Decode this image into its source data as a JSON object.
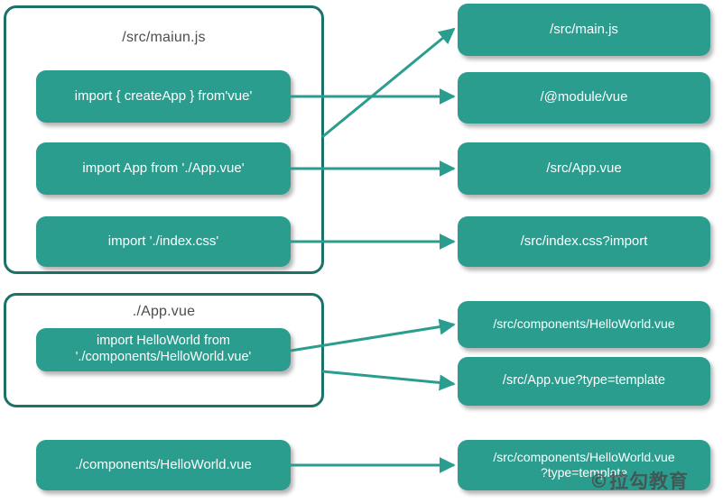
{
  "theme": {
    "node_fill": "#2a9d8f",
    "group_border": "#1d7268",
    "edge_color": "#2a9d8f",
    "node_text": "#ffffff",
    "title_text": "#4d4d4d",
    "background": "#ffffff"
  },
  "diagram": {
    "type": "module-dependency-graph",
    "groups": [
      {
        "id": "group-main-js",
        "title": "/src/maiun.js",
        "nodes": [
          {
            "id": "n-import-createapp",
            "label": "import { createApp } from'vue'"
          },
          {
            "id": "n-import-app",
            "label": "import App from './App.vue'"
          },
          {
            "id": "n-import-indexcss",
            "label": "import './index.css'"
          }
        ]
      },
      {
        "id": "group-app-vue",
        "title": "./App.vue",
        "nodes": [
          {
            "id": "n-import-helloworld",
            "label": "import HelloWorld from\n'./components/HelloWorld.vue'"
          }
        ]
      }
    ],
    "standalone_nodes": [
      {
        "id": "n-components-helloworld",
        "label": "./components/HelloWorld.vue"
      }
    ],
    "resolved_nodes": [
      {
        "id": "r-src-main-js",
        "label": "/src/main.js"
      },
      {
        "id": "r-module-vue",
        "label": "/@module/vue"
      },
      {
        "id": "r-src-app-vue",
        "label": "/src/App.vue"
      },
      {
        "id": "r-src-index-css",
        "label": "/src/index.css?import"
      },
      {
        "id": "r-src-components-helloworld",
        "label": "/src/components/HelloWorld.vue"
      },
      {
        "id": "r-src-app-vue-template",
        "label": "/src/App.vue?type=template"
      },
      {
        "id": "r-src-components-helloworld-template",
        "label": "/src/components/HelloWorld.vue\n?type=template"
      }
    ],
    "edges": [
      {
        "from": "group-main-js",
        "to": "r-src-main-js"
      },
      {
        "from": "n-import-createapp",
        "to": "r-module-vue"
      },
      {
        "from": "n-import-app",
        "to": "r-src-app-vue"
      },
      {
        "from": "n-import-indexcss",
        "to": "r-src-index-css"
      },
      {
        "from": "n-import-helloworld",
        "to": "r-src-components-helloworld"
      },
      {
        "from": "group-app-vue",
        "to": "r-src-app-vue-template"
      },
      {
        "from": "n-components-helloworld",
        "to": "r-src-components-helloworld-template"
      }
    ]
  },
  "watermark": {
    "text": "©拉勾教育"
  }
}
